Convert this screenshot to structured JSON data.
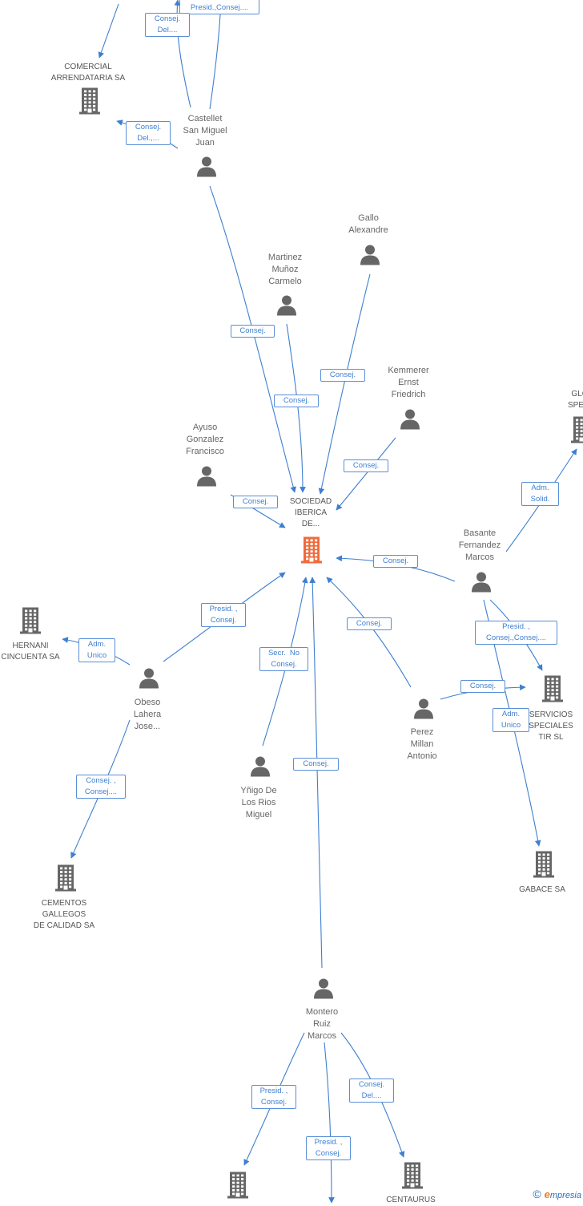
{
  "colors": {
    "edge": "#3d7fd1",
    "person": "#666666",
    "company": "#666666",
    "focus_company": "#f06a3a"
  },
  "nodes": [
    {
      "id": "comercial",
      "type": "company",
      "label": "COMERCIAL\nARRENDATARIA SA"
    },
    {
      "id": "castellet",
      "type": "person",
      "label": "Castellet\nSan Miguel\nJuan"
    },
    {
      "id": "gallo",
      "type": "person",
      "label": "Gallo\nAlexandre"
    },
    {
      "id": "martinez",
      "type": "person",
      "label": "Martinez\nMuñoz\nCarmelo"
    },
    {
      "id": "kemmerer",
      "type": "person",
      "label": "Kemmerer\nErnst\nFriedrich"
    },
    {
      "id": "glo",
      "type": "company",
      "label": "GLO\nSPEDI"
    },
    {
      "id": "ayuso",
      "type": "person",
      "label": "Ayuso\nGonzalez\nFrancisco"
    },
    {
      "id": "sociedad",
      "type": "focus",
      "label": "SOCIEDAD\nIBERICA\nDE..."
    },
    {
      "id": "basante",
      "type": "person",
      "label": "Basante\nFernandez\nMarcos"
    },
    {
      "id": "hernani",
      "type": "company",
      "label": "HERNANI\nCINCUENTA SA"
    },
    {
      "id": "obeso",
      "type": "person",
      "label": "Obeso\nLahera\nJose..."
    },
    {
      "id": "servicios",
      "type": "company",
      "label": "SERVICIOS\nSPECIALES\nTIR SL"
    },
    {
      "id": "perez",
      "type": "person",
      "label": "Perez\nMillan\nAntonio"
    },
    {
      "id": "ynigo",
      "type": "person",
      "label": "Yñigo De\nLos Rios\nMiguel"
    },
    {
      "id": "gabace",
      "type": "company",
      "label": "GABACE SA"
    },
    {
      "id": "cementos",
      "type": "company",
      "label": "CEMENTOS\nGALLEGOS\nDE CALIDAD SA"
    },
    {
      "id": "montero",
      "type": "person",
      "label": "Montero\nRuiz\nMarcos"
    },
    {
      "id": "bottom_left",
      "type": "company",
      "label": ""
    },
    {
      "id": "centaurus",
      "type": "company",
      "label": "CENTAURUS"
    }
  ],
  "edge_labels": [
    {
      "id": "e_top_a",
      "text": "Consej. ,\nPresid.,Consej...."
    },
    {
      "id": "e_top_b",
      "text": "Consej.\nDel...."
    },
    {
      "id": "e_castellet_comercial",
      "text": "Consej.\nDel.,..."
    },
    {
      "id": "e_castellet_soc",
      "text": "Consej."
    },
    {
      "id": "e_gallo_soc",
      "text": "Consej."
    },
    {
      "id": "e_martinez_soc",
      "text": "Consej."
    },
    {
      "id": "e_kemmerer_soc",
      "text": "Consej."
    },
    {
      "id": "e_ayuso_soc",
      "text": "Consej."
    },
    {
      "id": "e_basante_glo",
      "text": "Adm.\nSolid."
    },
    {
      "id": "e_basante_soc",
      "text": "Consej."
    },
    {
      "id": "e_obeso_soc",
      "text": "Presid. ,\nConsej."
    },
    {
      "id": "e_obeso_hernani",
      "text": "Adm.\nUnico"
    },
    {
      "id": "e_ynigo_soc",
      "text": "Secr.  No\nConsej."
    },
    {
      "id": "e_perez_soc",
      "text": "Consej."
    },
    {
      "id": "e_basante_servicios",
      "text": "Presid. ,\nConsej.,Consej...."
    },
    {
      "id": "e_perez_servicios",
      "text": "Consej."
    },
    {
      "id": "e_basante_gabace",
      "text": "Adm.\nUnico"
    },
    {
      "id": "e_montero_soc",
      "text": "Consej."
    },
    {
      "id": "e_obeso_cementos",
      "text": "Consej. ,\nConsej...."
    },
    {
      "id": "e_montero_bl",
      "text": "Presid. ,\nConsej."
    },
    {
      "id": "e_montero_bottom",
      "text": "Presid. ,\nConsej."
    },
    {
      "id": "e_montero_centaurus",
      "text": "Consej.\nDel...."
    }
  ],
  "watermark": {
    "copyright": "©",
    "brand_initial": "e",
    "brand_rest": "mpresia"
  }
}
